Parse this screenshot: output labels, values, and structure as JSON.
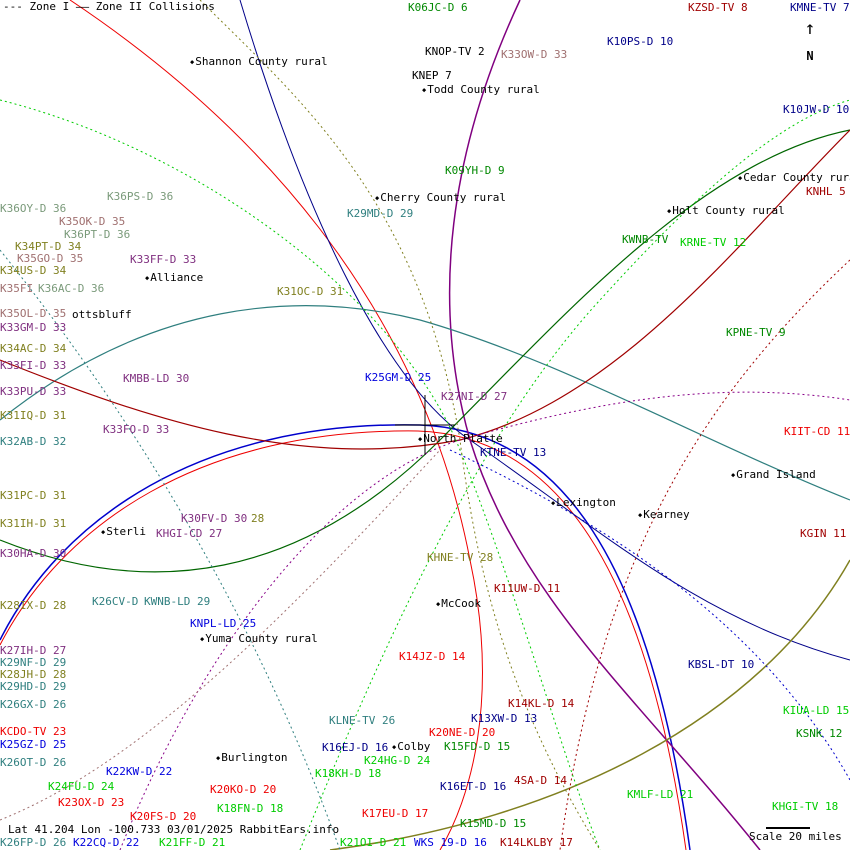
{
  "legend": {
    "text": "--- Zone I —— Zone II Collisions"
  },
  "north": {
    "arrow": "↑",
    "label": "N"
  },
  "status": {
    "text": "Lat 41.204 Lon -100.733 03/01/2025 RabbitEars.info"
  },
  "scale": {
    "text": "Scale 20 miles"
  },
  "cities": [
    "Shannon County rural",
    "Todd County rural",
    "Cherry County rural",
    "Holt County rural",
    "Cedar County rural",
    "Alliance",
    "ottsbluff",
    "North Platte",
    "Grand Island",
    "Lexington",
    "Kearney",
    "Sterli",
    "McCook",
    "Yuma County rural",
    "Colby",
    "Burlington"
  ],
  "stations": [
    "K06JC-D 6",
    "KZSD-TV 8",
    "KMNE-TV 7",
    "KNOP-TV 2",
    "K33OW-D 33",
    "K10PS-D 10",
    "KNEP 7",
    "K10JW-D 10",
    "K09YH-D 9",
    "KNHL 5",
    "K36OY-D 36",
    "K36PS-D 36",
    "K29MD-D 29",
    "K35OK-D 35",
    "K36PT-D 36",
    "KWNB-TV",
    "KRNE-TV 12",
    "K34PT-D 34",
    "K35GO-D 35",
    "K33FF-D 33",
    "K34US-D 34",
    "K35FI",
    "K36AC-D 36",
    "K31OC-D 31",
    "K35OL-D 35",
    "K33GM-D 33",
    "KPNE-TV 9",
    "K34AC-D 34",
    "K33FI-D 33",
    "K33PU-D 33",
    "KMBB-LD 30",
    "K25GM-D 25",
    "K27NI-D 27",
    "K31IQ-D 31",
    "K33FO-D 33",
    "KIIT-CD 11",
    "K32AB-D 32",
    "KTNE-TV 13",
    "K31PC-D 31",
    "K30FV-D 30",
    "28",
    "K31IH-D 31",
    "KHGI-CD 27",
    "KGIN 11",
    "K30HA-D 30",
    "KHNE-TV 28",
    "K11UW-D 11",
    "K28IX-D 28",
    "K26CV-D",
    "KWNB-LD 29",
    "KNPL-LD 25",
    "K27IH-D 27",
    "K29NF-D 29",
    "K14JZ-D 14",
    "KBSL-DT 10",
    "K28JH-D 28",
    "K29HD-D 29",
    "K14KL-D 14",
    "KIUA-LD 15",
    "K26GX-D 26",
    "KLNE-TV 26",
    "K13XW-D 13",
    "KSNK 12",
    "KCDO-TV 23",
    "K20NE-D 20",
    "K25GZ-D 25",
    "K16EJ-D 16",
    "K15FD-D 15",
    "K24HG-D 24",
    "K26OT-D 26",
    "K18KH-D 18",
    "K22KW-D 22",
    "K24FU-D 24",
    "K16ET-D 16",
    "4SA-D 14",
    "K20KO-D 20",
    "KMLF-LD 21",
    "KHGI-TV 18",
    "K18FN-D 18",
    "K23OX-D 23",
    "K17EU-D 17",
    "K15MD-D 15",
    "K20FS-D 20",
    "K26FP-D 26",
    "K22CQ-D 22",
    "K21FF-D 21",
    "K21OI-D 21",
    "WKS 19-D 16",
    "K14LKLBY 17"
  ]
}
